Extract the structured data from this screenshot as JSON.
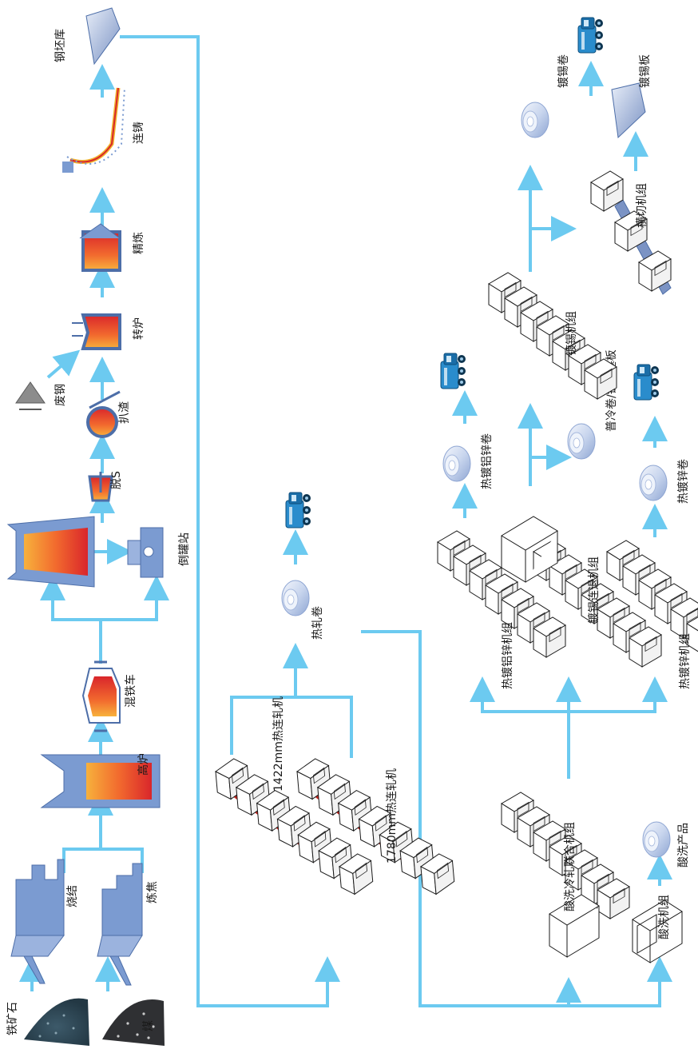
{
  "colors": {
    "flow_line": "#6ccaf0",
    "machine_blue": "#7b9bd1",
    "furnace_hot": "#e8352a",
    "furnace_warm": "#f6a33a",
    "coil_light": "#d9e3f4",
    "truck_blue": "#2a8ccc",
    "ink": "#1a1a1a"
  },
  "labels": {
    "iron_ore": "铁矿石",
    "coal": "煤",
    "sintering": "烧结",
    "coking": "炼焦",
    "blast_furnace": "高炉",
    "torpedo_car": "混铁车",
    "ladle_station": "倒罐站",
    "desulfurization": "脱S",
    "slag_removal": "扒渣",
    "scrap_steel": "废钢",
    "converter": "转炉",
    "refining": "精炼",
    "continuous_casting": "连铸",
    "slab_yard": "钢坯库",
    "mill_1422": "1422mm热连轧机",
    "mill_1780": "1780mm热连轧机",
    "hot_rolled_coil": "热轧卷",
    "pickling_cold_rolling": "酸洗冷轧联合机组",
    "pickling_line": "酸洗机组",
    "pickled_product": "酸洗产品",
    "hot_dip_alu_zinc_line": "热镀铝锌机组",
    "hot_dip_alu_zinc_coil": "热镀铝锌卷",
    "tinning_anneal_line": "镀锡连退机组",
    "cold_coil_tin_base": "普冷卷/镀锡基板",
    "hot_dip_zinc_line": "热镀锌机组",
    "hot_dip_zinc_coil": "热镀锌卷",
    "tinning_line": "镀锡机组",
    "tinned_coil": "镀锡卷",
    "cut_to_length_line": "横切机组",
    "tinned_sheet": "镀锡板"
  },
  "icons": [
    "ore-pile-icon",
    "coal-pile-icon",
    "sinter-plant-icon",
    "coke-plant-icon",
    "blast-furnace-icon",
    "torpedo-car-icon",
    "ladle-station-icon",
    "desulfurization-ladle-icon",
    "slag-ladle-icon",
    "scrap-pile-icon",
    "converter-icon",
    "refining-ladle-icon",
    "caster-icon",
    "slab-icon",
    "rolling-mill-icon",
    "coil-icon",
    "truck-icon",
    "pickling-tank-icon",
    "cut-line-icon",
    "sheet-stack-icon"
  ]
}
